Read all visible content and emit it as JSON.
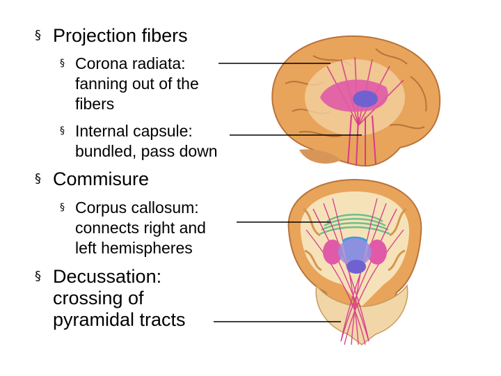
{
  "bullets": {
    "projection": "Projection fibers",
    "corona": "Corona radiata:\nfanning out of the\nfibers",
    "internal": "Internal capsule:\nbundled, pass down",
    "commisure": "Commisure",
    "corpus": "Corpus callosum:\nconnects right and\nleft hemispheres",
    "decussation": "Decussation:\ncrossing of\npyramidal tracts"
  },
  "bullet_symbol": "§",
  "colors": {
    "cortex": "#e8a45a",
    "white_matter": "#f6e2b8",
    "projection_fibers": "#d63a8a",
    "corpus_callosum": "#6cc08a",
    "thalamus": "#9a8ee0",
    "ventricle": "#3aa0d8"
  }
}
